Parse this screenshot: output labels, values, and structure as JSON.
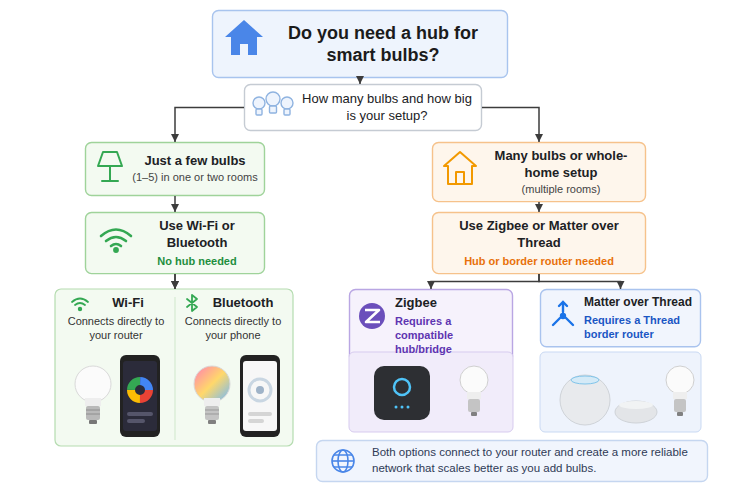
{
  "diagram": {
    "nodes": [
      {
        "text": [
          "Do you need a hub for smart bulbs?"
        ]
      },
      {
        "text": [
          "How many bulbs and how big is your setup?"
        ]
      },
      {
        "text": [
          "Just a few bulbs",
          "(1–5) in one or two rooms"
        ]
      },
      {
        "text": [
          "Many bulbs or whole-home setup",
          "(multiple rooms)"
        ]
      },
      {
        "text": [
          "Use Wi-Fi or Bluetooth",
          "No hub needed"
        ]
      },
      {
        "text": [
          "Use Zigbee or Matter over Thread",
          "Hub or border router needed"
        ]
      },
      {
        "text": [
          "Wi-Fi",
          "Connects directly to your router"
        ]
      },
      {
        "text": [
          "Bluetooth",
          "Connects directly to your phone"
        ]
      },
      {
        "text": [
          "Zigbee",
          "Requires a compatible hub/bridge"
        ]
      },
      {
        "text": [
          "Matter over Thread",
          "Requires a Thread border router"
        ]
      },
      {
        "text": [
          "Both options connect to your router and create a more reliable network that scales better as you add bulbs."
        ]
      }
    ],
    "edges": [
      {
        "from": 0,
        "to": 1,
        "arrow": "to"
      },
      {
        "from": 1,
        "to": 2,
        "arrow": "to"
      },
      {
        "from": 1,
        "to": 3,
        "arrow": "to"
      },
      {
        "from": 2,
        "to": 4,
        "arrow": "to"
      },
      {
        "from": 3,
        "to": 5,
        "arrow": "to"
      },
      {
        "from": 4,
        "to": 6,
        "arrow": "to"
      },
      {
        "from": 4,
        "to": 7,
        "arrow": "to"
      },
      {
        "from": 5,
        "to": 8,
        "arrow": "to"
      },
      {
        "from": 5,
        "to": 9,
        "arrow": "to"
      }
    ]
  }
}
